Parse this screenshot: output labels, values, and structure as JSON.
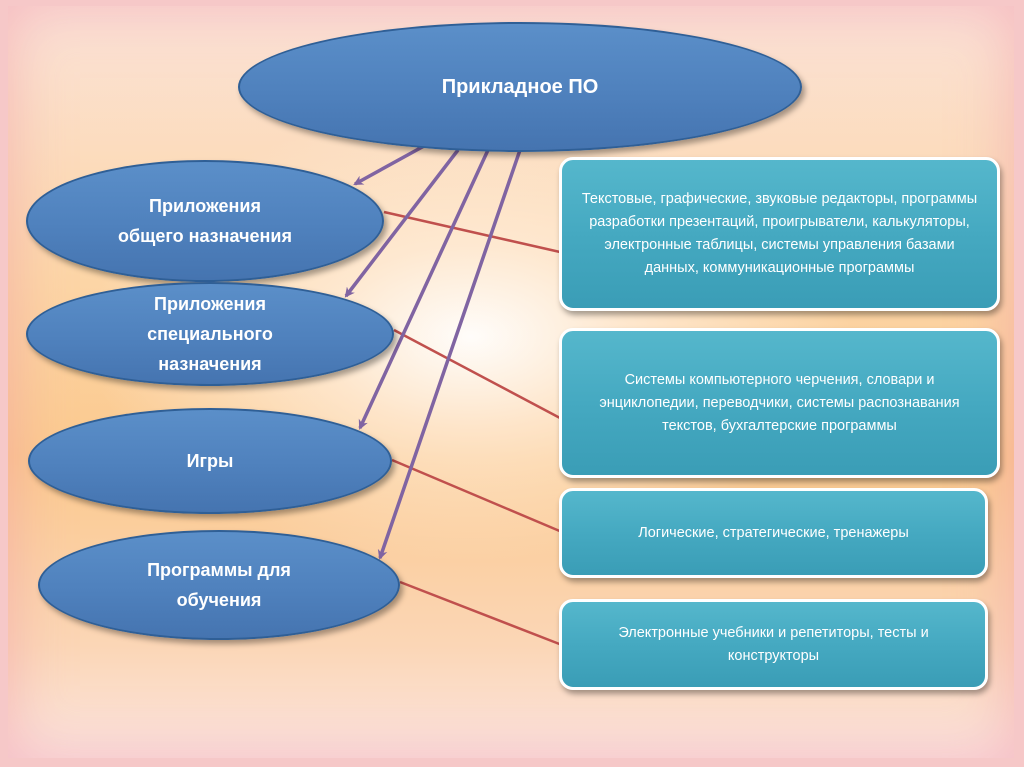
{
  "title": "Прикладное ПО",
  "categories": [
    {
      "label": "Приложения\nобщего назначения"
    },
    {
      "label": "Приложения\nспециального\nназначения"
    },
    {
      "label": "Игры"
    },
    {
      "label": "Программы для\nобучения"
    }
  ],
  "descriptions": [
    {
      "text": "Текстовые,  графические, звуковые редакторы, программы разработки презентаций, проигрыватели, калькуляторы, электронные таблицы, системы управления базами данных, коммуникационные программы"
    },
    {
      "text": "Системы компьютерного черчения, словари и энциклопедии, переводчики, системы распознавания текстов, бухгалтерские программы"
    },
    {
      "text": "Логические, стратегические, тренажеры"
    },
    {
      "text": "Электронные учебники и репетиторы, тесты и конструкторы"
    }
  ],
  "colors": {
    "oval_fill": "#4f81bd",
    "box_fill": "#45a9c1",
    "arrow": "#8064a2",
    "connector": "#c0504d"
  }
}
